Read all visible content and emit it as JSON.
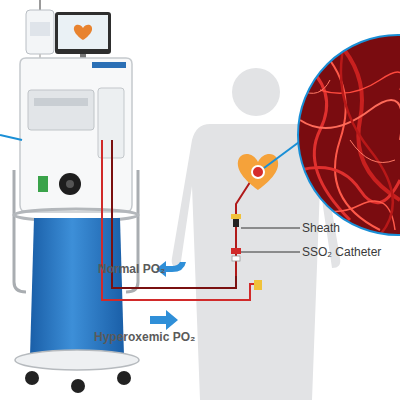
{
  "diagram": {
    "labels": [
      "Sheath",
      "SSO₂ Catheter",
      "Normal PO₂",
      "Hyperoxemic PO₂"
    ]
  }
}
